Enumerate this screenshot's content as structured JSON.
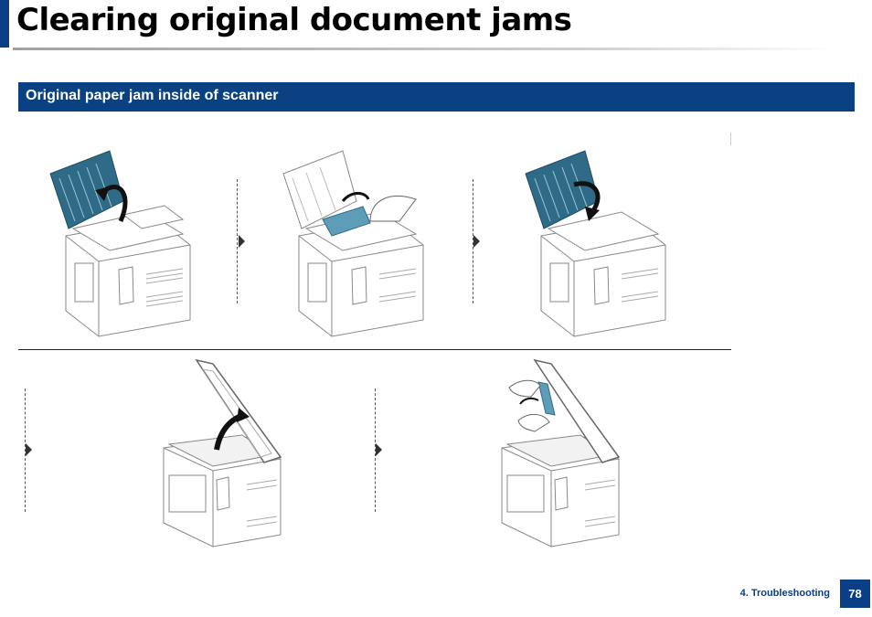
{
  "page": {
    "title": "Clearing original document jams",
    "section_title": "Original paper jam inside of scanner",
    "footer_label": "4. Troubleshooting",
    "page_number": "78"
  },
  "colors": {
    "brand_blue": "#0a4182",
    "accent_teal": "#2f6b86",
    "line_gray": "#888888"
  },
  "steps": [
    {
      "id": 1,
      "illustration": "open-document-feeder-cover"
    },
    {
      "id": 2,
      "illustration": "remove-jammed-paper-from-feeder"
    },
    {
      "id": 3,
      "illustration": "close-document-feeder-cover"
    },
    {
      "id": 4,
      "illustration": "open-scanner-lid"
    },
    {
      "id": 5,
      "illustration": "remove-paper-from-scanner-lid"
    }
  ]
}
